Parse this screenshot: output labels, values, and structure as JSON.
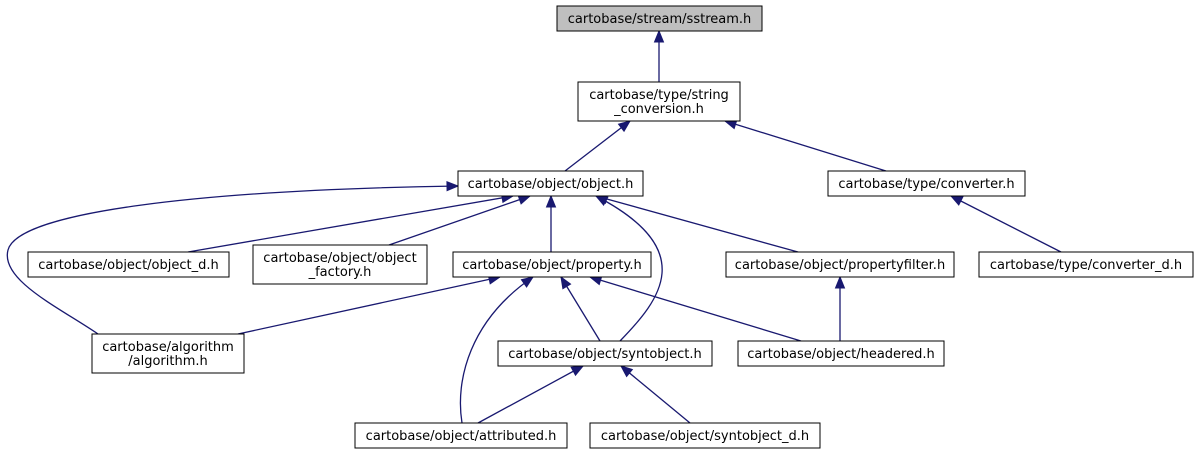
{
  "nodes": {
    "sstream": {
      "lines": [
        "cartobase/stream/sstream.h"
      ]
    },
    "string_conversion": {
      "lines": [
        "cartobase/type/string",
        "_conversion.h"
      ]
    },
    "object": {
      "lines": [
        "cartobase/object/object.h"
      ]
    },
    "converter": {
      "lines": [
        "cartobase/type/converter.h"
      ]
    },
    "object_d": {
      "lines": [
        "cartobase/object/object_d.h"
      ]
    },
    "object_factory": {
      "lines": [
        "cartobase/object/object",
        "_factory.h"
      ]
    },
    "property": {
      "lines": [
        "cartobase/object/property.h"
      ]
    },
    "propertyfilter": {
      "lines": [
        "cartobase/object/propertyfilter.h"
      ]
    },
    "converter_d": {
      "lines": [
        "cartobase/type/converter_d.h"
      ]
    },
    "algorithm": {
      "lines": [
        "cartobase/algorithm",
        "/algorithm.h"
      ]
    },
    "syntobject": {
      "lines": [
        "cartobase/object/syntobject.h"
      ]
    },
    "headered": {
      "lines": [
        "cartobase/object/headered.h"
      ]
    },
    "attributed": {
      "lines": [
        "cartobase/object/attributed.h"
      ]
    },
    "syntobject_d": {
      "lines": [
        "cartobase/object/syntobject_d.h"
      ]
    }
  },
  "edges": [
    {
      "from": "string_conversion",
      "to": "sstream"
    },
    {
      "from": "object",
      "to": "string_conversion"
    },
    {
      "from": "converter",
      "to": "string_conversion"
    },
    {
      "from": "algorithm",
      "to": "object"
    },
    {
      "from": "object_d",
      "to": "object"
    },
    {
      "from": "object_factory",
      "to": "object"
    },
    {
      "from": "property",
      "to": "object"
    },
    {
      "from": "syntobject",
      "to": "object"
    },
    {
      "from": "propertyfilter",
      "to": "object"
    },
    {
      "from": "converter_d",
      "to": "converter"
    },
    {
      "from": "algorithm",
      "to": "property"
    },
    {
      "from": "attributed",
      "to": "property"
    },
    {
      "from": "syntobject",
      "to": "property"
    },
    {
      "from": "headered",
      "to": "property"
    },
    {
      "from": "headered",
      "to": "propertyfilter"
    },
    {
      "from": "attributed",
      "to": "syntobject"
    },
    {
      "from": "syntobject_d",
      "to": "syntobject"
    }
  ],
  "colors": {
    "edge": "#191970",
    "root_fill": "#bfbfbf",
    "node_fill": "#ffffff",
    "node_stroke": "#000000"
  }
}
